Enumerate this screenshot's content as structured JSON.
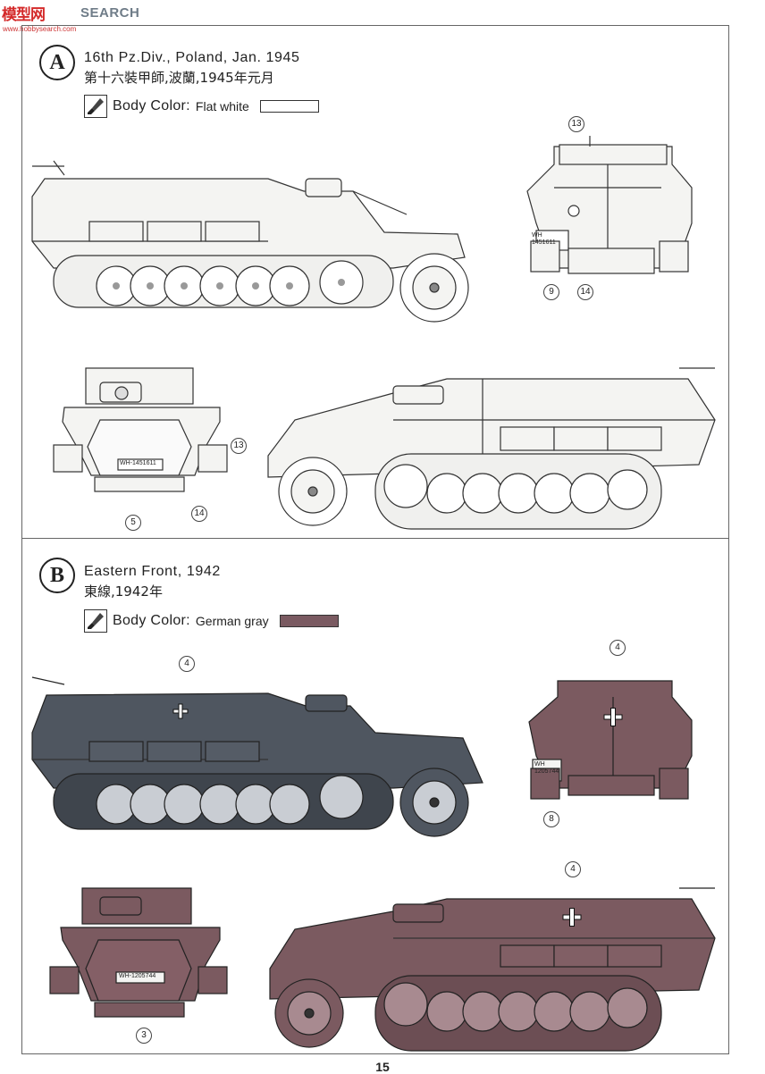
{
  "header": {
    "brand_logo": "模型网",
    "brand_search": "SEARCH",
    "brand_url": "www.hobbysearch.com"
  },
  "schemes": [
    {
      "letter": "A",
      "title_en": "16th Pz.Div., Poland, Jan. 1945",
      "title_zh": "第十六裝甲師,波蘭,1945年元月",
      "color_label": "Body Color:",
      "color_name": "Flat white",
      "plate_number": "WH-1451611",
      "plate_front_prefix": "WH",
      "plate_front_number": "1451611",
      "callouts": [
        "13",
        "9",
        "14",
        "13",
        "5",
        "14"
      ]
    },
    {
      "letter": "B",
      "title_en": "Eastern Front, 1942",
      "title_zh": "東線,1942年",
      "color_label": "Body Color:",
      "color_name": "German gray",
      "plate_number": "WH-1205744",
      "plate_front_prefix": "WH",
      "plate_front_number": "1205744",
      "callouts": [
        "4",
        "4",
        "8",
        "4",
        "3"
      ]
    }
  ],
  "colors": {
    "flat_white": "#f4f4f2",
    "german_gray_side": "#4f5660",
    "german_gray_swatch": "#7a5a61",
    "maroon_body": "#7b5a60",
    "line": "#333333"
  },
  "page_number": "15"
}
